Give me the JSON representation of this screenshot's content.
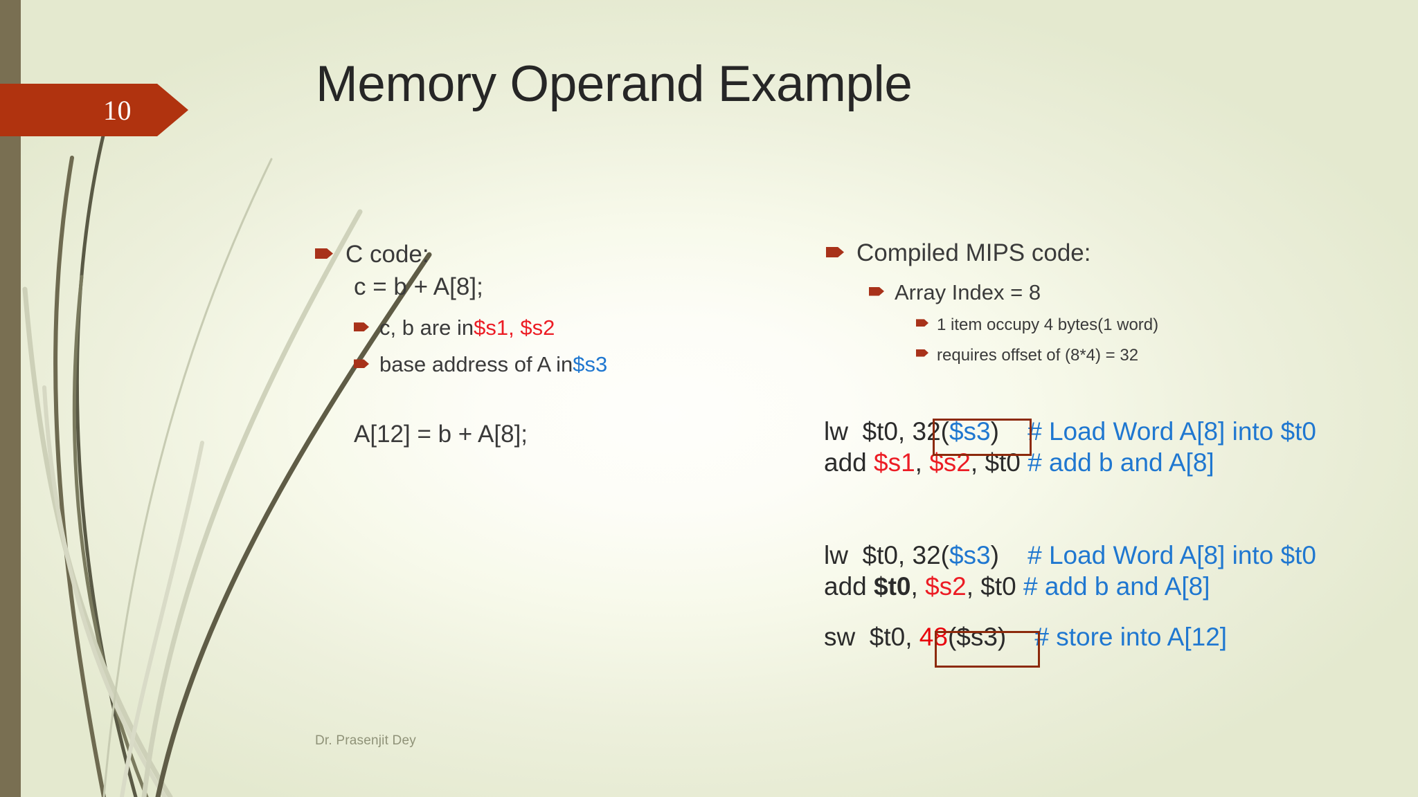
{
  "slide": {
    "number": "10",
    "title": "Memory Operand Example",
    "footer": "Dr. Prasenjit Dey"
  },
  "colors": {
    "accent_red": "#b0330f",
    "bullet_red": "#a8321a",
    "register_red": "#ec1c24",
    "comment_blue": "#1f77d0",
    "text_dark": "#3a3a3a",
    "background_green": "#e4e9cf",
    "olive_bar": "#796f52",
    "highlight_box": "#8c2a0c",
    "footer_gray": "#8f9278"
  },
  "left_column": {
    "heading": "C code:",
    "code_line": "c = b + A[8];",
    "sub_bullets": [
      {
        "text": "c, b are in ",
        "regs": "$s1, $s2"
      },
      {
        "text": "base address of A in ",
        "regs": "$s3"
      }
    ],
    "final_line": "A[12] = b + A[8];"
  },
  "right_column": {
    "heading": "Compiled MIPS code:",
    "sub_heading": "Array Index  = 8",
    "sub_items": [
      "1 item occupy 4 bytes(1 word)",
      "requires offset of (8*4) = 32"
    ]
  },
  "code_blocks": [
    {
      "id": "block1",
      "lines": [
        {
          "op": "lw  ",
          "rd": "$t0, ",
          "offset": "32",
          "open": "(",
          "base": "$s3",
          "close": ")",
          "spacer": "    ",
          "comment": "# Load Word A[8] into $t0",
          "boxed": true
        },
        {
          "op": "add ",
          "a": "$s1",
          "sep1": ", ",
          "b": "$s2",
          "sep2": ", ",
          "c": "$t0 ",
          "comment": "# add b and A[8]",
          "boxed": false
        }
      ]
    },
    {
      "id": "block2",
      "lines": [
        {
          "op": "lw  ",
          "rd": "$t0, ",
          "offset": "32",
          "open": "(",
          "base": "$s3",
          "close": ")",
          "spacer": "    ",
          "comment": "# Load Word A[8] into $t0",
          "boxed": false
        },
        {
          "op": "add ",
          "a": "$t0",
          "sep1": ", ",
          "b": "$s2",
          "sep2": ", ",
          "c": "$t0 ",
          "comment": "# add b and A[8]",
          "boxed": false
        }
      ]
    },
    {
      "id": "block3",
      "lines": [
        {
          "op": "sw  ",
          "rd": "$t0, ",
          "offset": "48",
          "open": "(",
          "base": "$s3",
          "close": ")",
          "spacer": "    ",
          "comment": "# store into A[12]",
          "boxed": true
        }
      ]
    }
  ]
}
